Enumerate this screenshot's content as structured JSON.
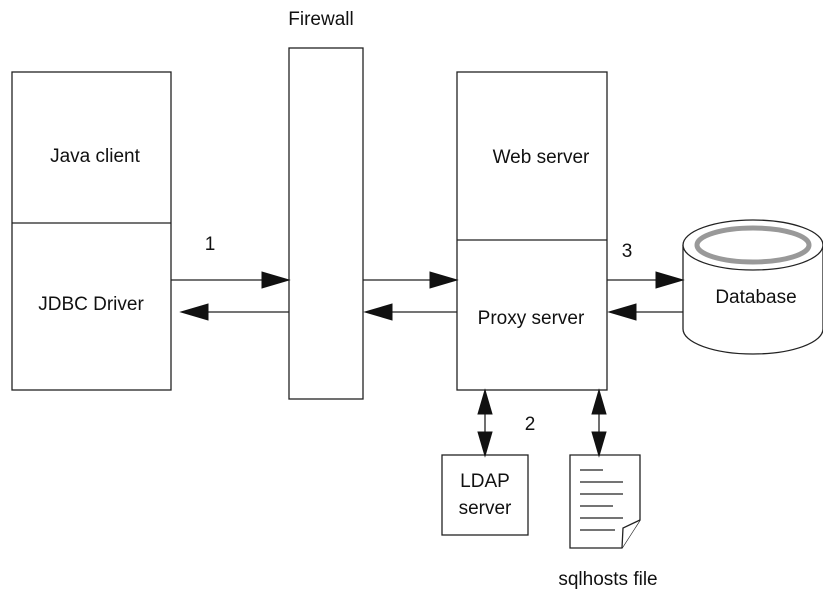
{
  "diagram": {
    "nodes": {
      "firewall": "Firewall",
      "java_client": "Java client",
      "jdbc_driver": "JDBC Driver",
      "web_server": "Web server",
      "proxy_server": "Proxy server",
      "database": "Database",
      "ldap_server_line1": "LDAP",
      "ldap_server_line2": "server",
      "sqlhosts_file": "sqlhosts file"
    },
    "step_labels": {
      "step1": "1",
      "step2": "2",
      "step3": "3"
    }
  }
}
